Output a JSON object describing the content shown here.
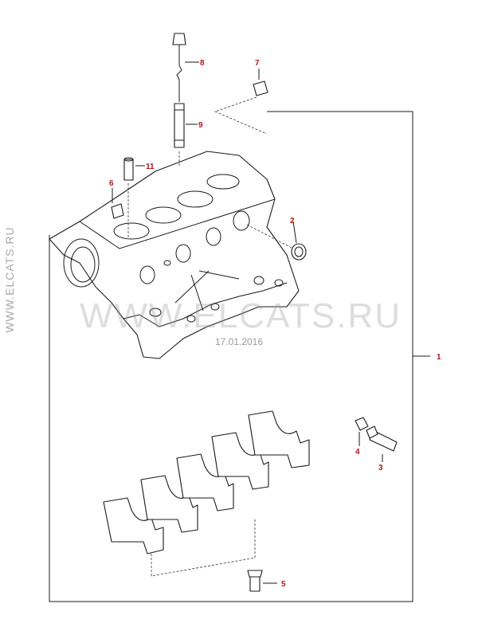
{
  "watermark": {
    "side": "WWW.ELCATS.RU",
    "center": "WWW.ELCATS.RU",
    "date": "17.01.2016"
  },
  "callouts": [
    {
      "id": "callout-1",
      "label": "1"
    },
    {
      "id": "callout-2",
      "label": "2"
    },
    {
      "id": "callout-3",
      "label": "3"
    },
    {
      "id": "callout-4",
      "label": "4"
    },
    {
      "id": "callout-5",
      "label": "5"
    },
    {
      "id": "callout-6",
      "label": "6"
    },
    {
      "id": "callout-7",
      "label": "7"
    },
    {
      "id": "callout-8",
      "label": "8"
    },
    {
      "id": "callout-9",
      "label": "9"
    },
    {
      "id": "callout-11",
      "label": "11"
    }
  ],
  "colors": {
    "label": "#b01818",
    "line": "#1a1a1a",
    "watermark": "#a8a8a8"
  }
}
